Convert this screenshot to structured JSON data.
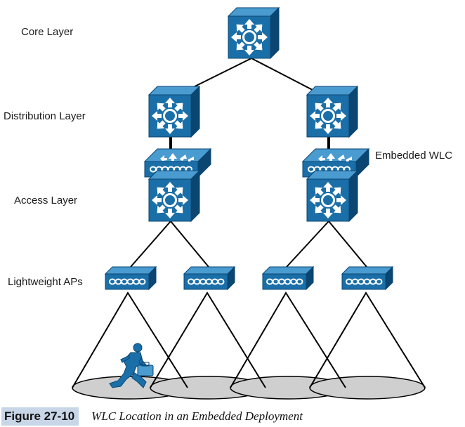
{
  "labels": {
    "core": "Core Layer",
    "distribution": "Distribution Layer",
    "access": "Access Layer",
    "aps": "Lightweight APs",
    "wlc": "Embedded WLC"
  },
  "caption": {
    "figure_label": "Figure 27-10",
    "title": "WLC Location in an Embedded Deployment"
  },
  "colors": {
    "device_blue": "#1b6fa8",
    "device_dark": "#0b4572",
    "device_light": "#4a9bd0",
    "coverage_fill": "#cfcfcf",
    "caption_band": "#c8d6e7"
  }
}
